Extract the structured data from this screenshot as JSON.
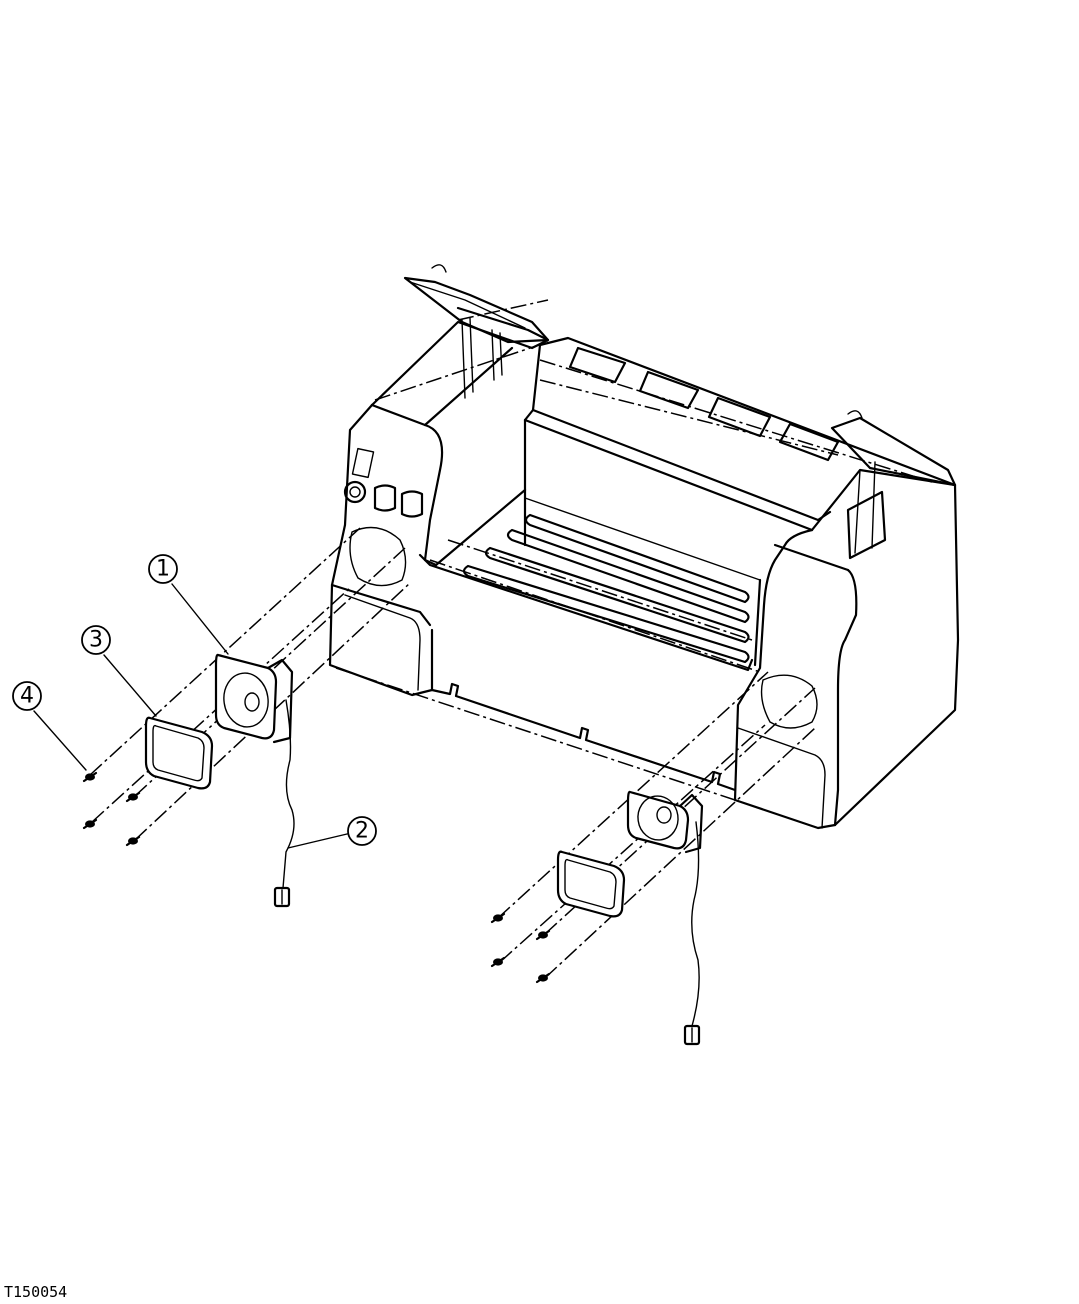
{
  "figure": {
    "drawing_number": "T150054"
  },
  "callouts": [
    {
      "number": "1",
      "part": "speaker"
    },
    {
      "number": "2",
      "part": "speaker-harness"
    },
    {
      "number": "3",
      "part": "speaker-grille"
    },
    {
      "number": "4",
      "part": "screw"
    }
  ]
}
